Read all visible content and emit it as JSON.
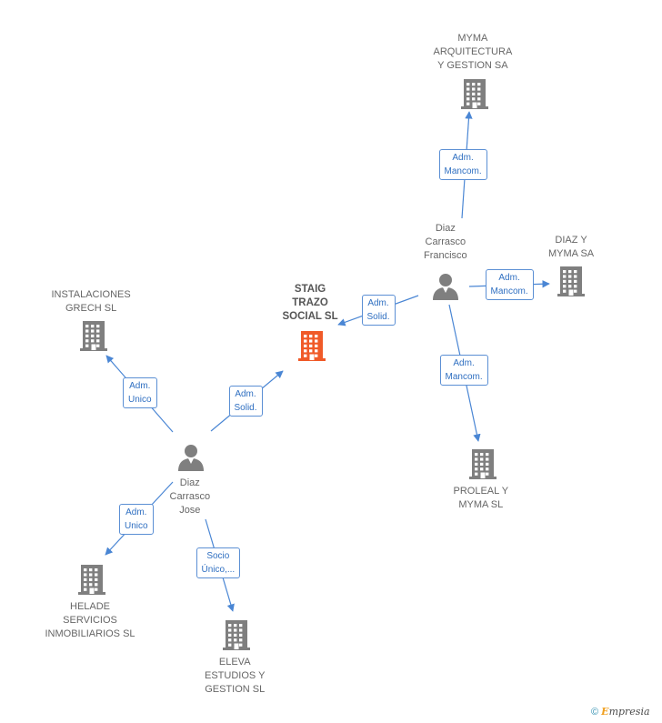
{
  "colors": {
    "edge": "#4a86d4",
    "edge_label_border": "#5b8fd4",
    "edge_label_text": "#2f6fc1",
    "company_icon": "#7f7f7f",
    "main_company_icon": "#f05a28",
    "person_icon": "#7f7f7f",
    "node_label": "#666666"
  },
  "nodes": {
    "myma_arquitectura": {
      "lines": [
        "MYMA",
        "ARQUITECTURA",
        "Y GESTION SA"
      ],
      "icon": "building-icon"
    },
    "diaz_myma": {
      "lines": [
        "DIAZ Y",
        "MYMA SA"
      ],
      "icon": "building-icon"
    },
    "diaz_carrasco_francisco": {
      "lines": [
        "Diaz",
        "Carrasco",
        "Francisco"
      ],
      "icon": "person-icon"
    },
    "staig_trazo": {
      "lines": [
        "STAIG",
        "TRAZO",
        "SOCIAL SL"
      ],
      "icon": "building-icon"
    },
    "instalaciones_grech": {
      "lines": [
        "INSTALACIONES",
        "GRECH SL"
      ],
      "icon": "building-icon"
    },
    "proleal_myma": {
      "lines": [
        "PROLEAL Y",
        "MYMA SL"
      ],
      "icon": "building-icon"
    },
    "diaz_carrasco_jose": {
      "lines": [
        "Diaz",
        "Carrasco",
        "Jose"
      ],
      "icon": "person-icon"
    },
    "helade": {
      "lines": [
        "HELADE",
        "SERVICIOS",
        "INMOBILIARIOS SL"
      ],
      "icon": "building-icon"
    },
    "eleva": {
      "lines": [
        "ELEVA",
        "ESTUDIOS Y",
        "GESTION SL"
      ],
      "icon": "building-icon"
    }
  },
  "edges": [
    {
      "id": "fra_myma_arq",
      "from": "diaz_carrasco_francisco",
      "to": "myma_arquitectura",
      "label": [
        "Adm.",
        "Mancom."
      ]
    },
    {
      "id": "fra_diaz_myma",
      "from": "diaz_carrasco_francisco",
      "to": "diaz_myma",
      "label": [
        "Adm.",
        "Mancom."
      ]
    },
    {
      "id": "fra_staig",
      "from": "diaz_carrasco_francisco",
      "to": "staig_trazo",
      "label": [
        "Adm.",
        "Solid."
      ]
    },
    {
      "id": "fra_proleal",
      "from": "diaz_carrasco_francisco",
      "to": "proleal_myma",
      "label": [
        "Adm.",
        "Mancom."
      ]
    },
    {
      "id": "jose_grech",
      "from": "diaz_carrasco_jose",
      "to": "instalaciones_grech",
      "label": [
        "Adm.",
        "Unico"
      ]
    },
    {
      "id": "jose_staig",
      "from": "diaz_carrasco_jose",
      "to": "staig_trazo",
      "label": [
        "Adm.",
        "Solid."
      ]
    },
    {
      "id": "jose_helade",
      "from": "diaz_carrasco_jose",
      "to": "helade",
      "label": [
        "Adm.",
        "Unico"
      ]
    },
    {
      "id": "jose_eleva",
      "from": "diaz_carrasco_jose",
      "to": "eleva",
      "label": [
        "Socio",
        "Único,..."
      ]
    }
  ],
  "footer": {
    "copyright": "©",
    "brand_first": "E",
    "brand_rest": "mpresia"
  }
}
